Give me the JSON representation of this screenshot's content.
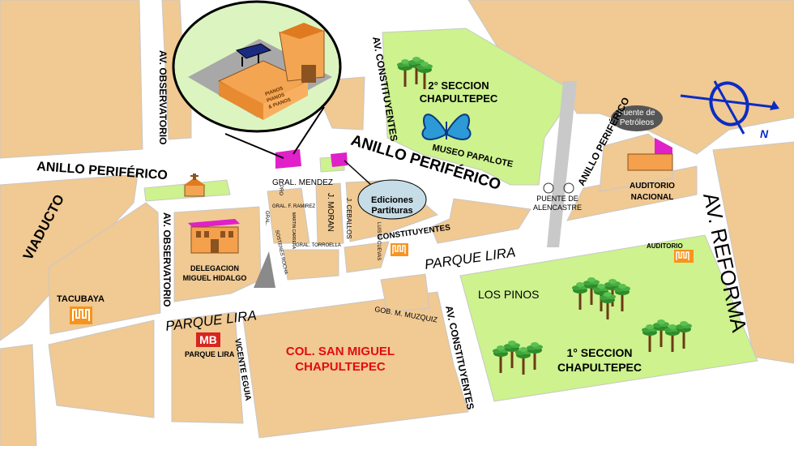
{
  "streets": {
    "anillo_periferico_west": "ANILLO PERIFÉRICO",
    "anillo_periferico_center": "ANILLO PERIFÉRICO",
    "anillo_periferico_east": "ANILLO PERIFÉRICO",
    "av_observatorio_north": "AV. OBSERVATORIO",
    "av_observatorio_south": "AV. OBSERVATORIO",
    "av_constituyentes_north": "AV. CONSTITUYENTES",
    "av_constituyentes_south": "AV. CONSTITUYENTES",
    "viaducto": "VIADUCTO",
    "parque_lira_west": "PARQUE LIRA",
    "parque_lira_east": "PARQUE LIRA",
    "av_reforma": "AV. REFORMA",
    "gral_mendez": "GRAL. MENDEZ",
    "j_moran": "J. MORAN",
    "j_ceballos": "J. CEBALLOS",
    "gral_f_ramirez": "GRAL. F. RAMIREZ",
    "gral_torroella": "GRAL. TORROELLA",
    "sostenes_rocha": "SOSTENES ROCHA",
    "gral": "GRAL.",
    "pro": "PRO",
    "luis_g_cuevas": "LUIS G. CUEVAS",
    "martin_carrera": "MARTIN CARRERA",
    "gob_m_muzquiz": "GOB. M. MUZQUIZ",
    "vicente_eguia": "VICENTE EGUIA",
    "puente_de_alencastre": [
      "PUENTE DE",
      "ALENCASTRE"
    ]
  },
  "places": {
    "segunda_seccion": [
      "2° SECCION",
      "CHAPULTEPEC"
    ],
    "primera_seccion": [
      "1° SECCION",
      "CHAPULTEPEC"
    ],
    "museo_papalote": "MUSEO PAPALOTE",
    "los_pinos": "LOS PINOS",
    "col_san_miguel": [
      "COL. SAN MIGUEL",
      "CHAPULTEPEC"
    ],
    "delegacion": [
      "DELEGACION",
      "MIGUEL HIDALGO"
    ],
    "auditorio_nacional": [
      "AUDITORIO",
      "NACIONAL"
    ],
    "fuente_de_petroleos": [
      "Fuente de",
      "Petróleos"
    ],
    "ediciones_partituras": [
      "Ediciones",
      "Partituras"
    ]
  },
  "metro": {
    "tacubaya": "TACUBAYA",
    "constituyentes": "CONSTITUYENTES",
    "auditorio": "AUDITORIO",
    "parque_lira": "PARQUE LIRA",
    "metro_color": "#f7941d",
    "metrobus_color": "#d7261e"
  },
  "store_sign": [
    "PIANOS",
    "PIANOS",
    "& PIANOS"
  ],
  "compass": {
    "north_letter": "N",
    "color": "#0b2cc4"
  },
  "colors": {
    "block": "#f0c993",
    "park": "#cdf28e",
    "road": "#ffffff",
    "outline": "#c8c8c8",
    "store_highlight": "#e020c8",
    "building": "#f5a04d",
    "label_red": "#e30b0b"
  }
}
